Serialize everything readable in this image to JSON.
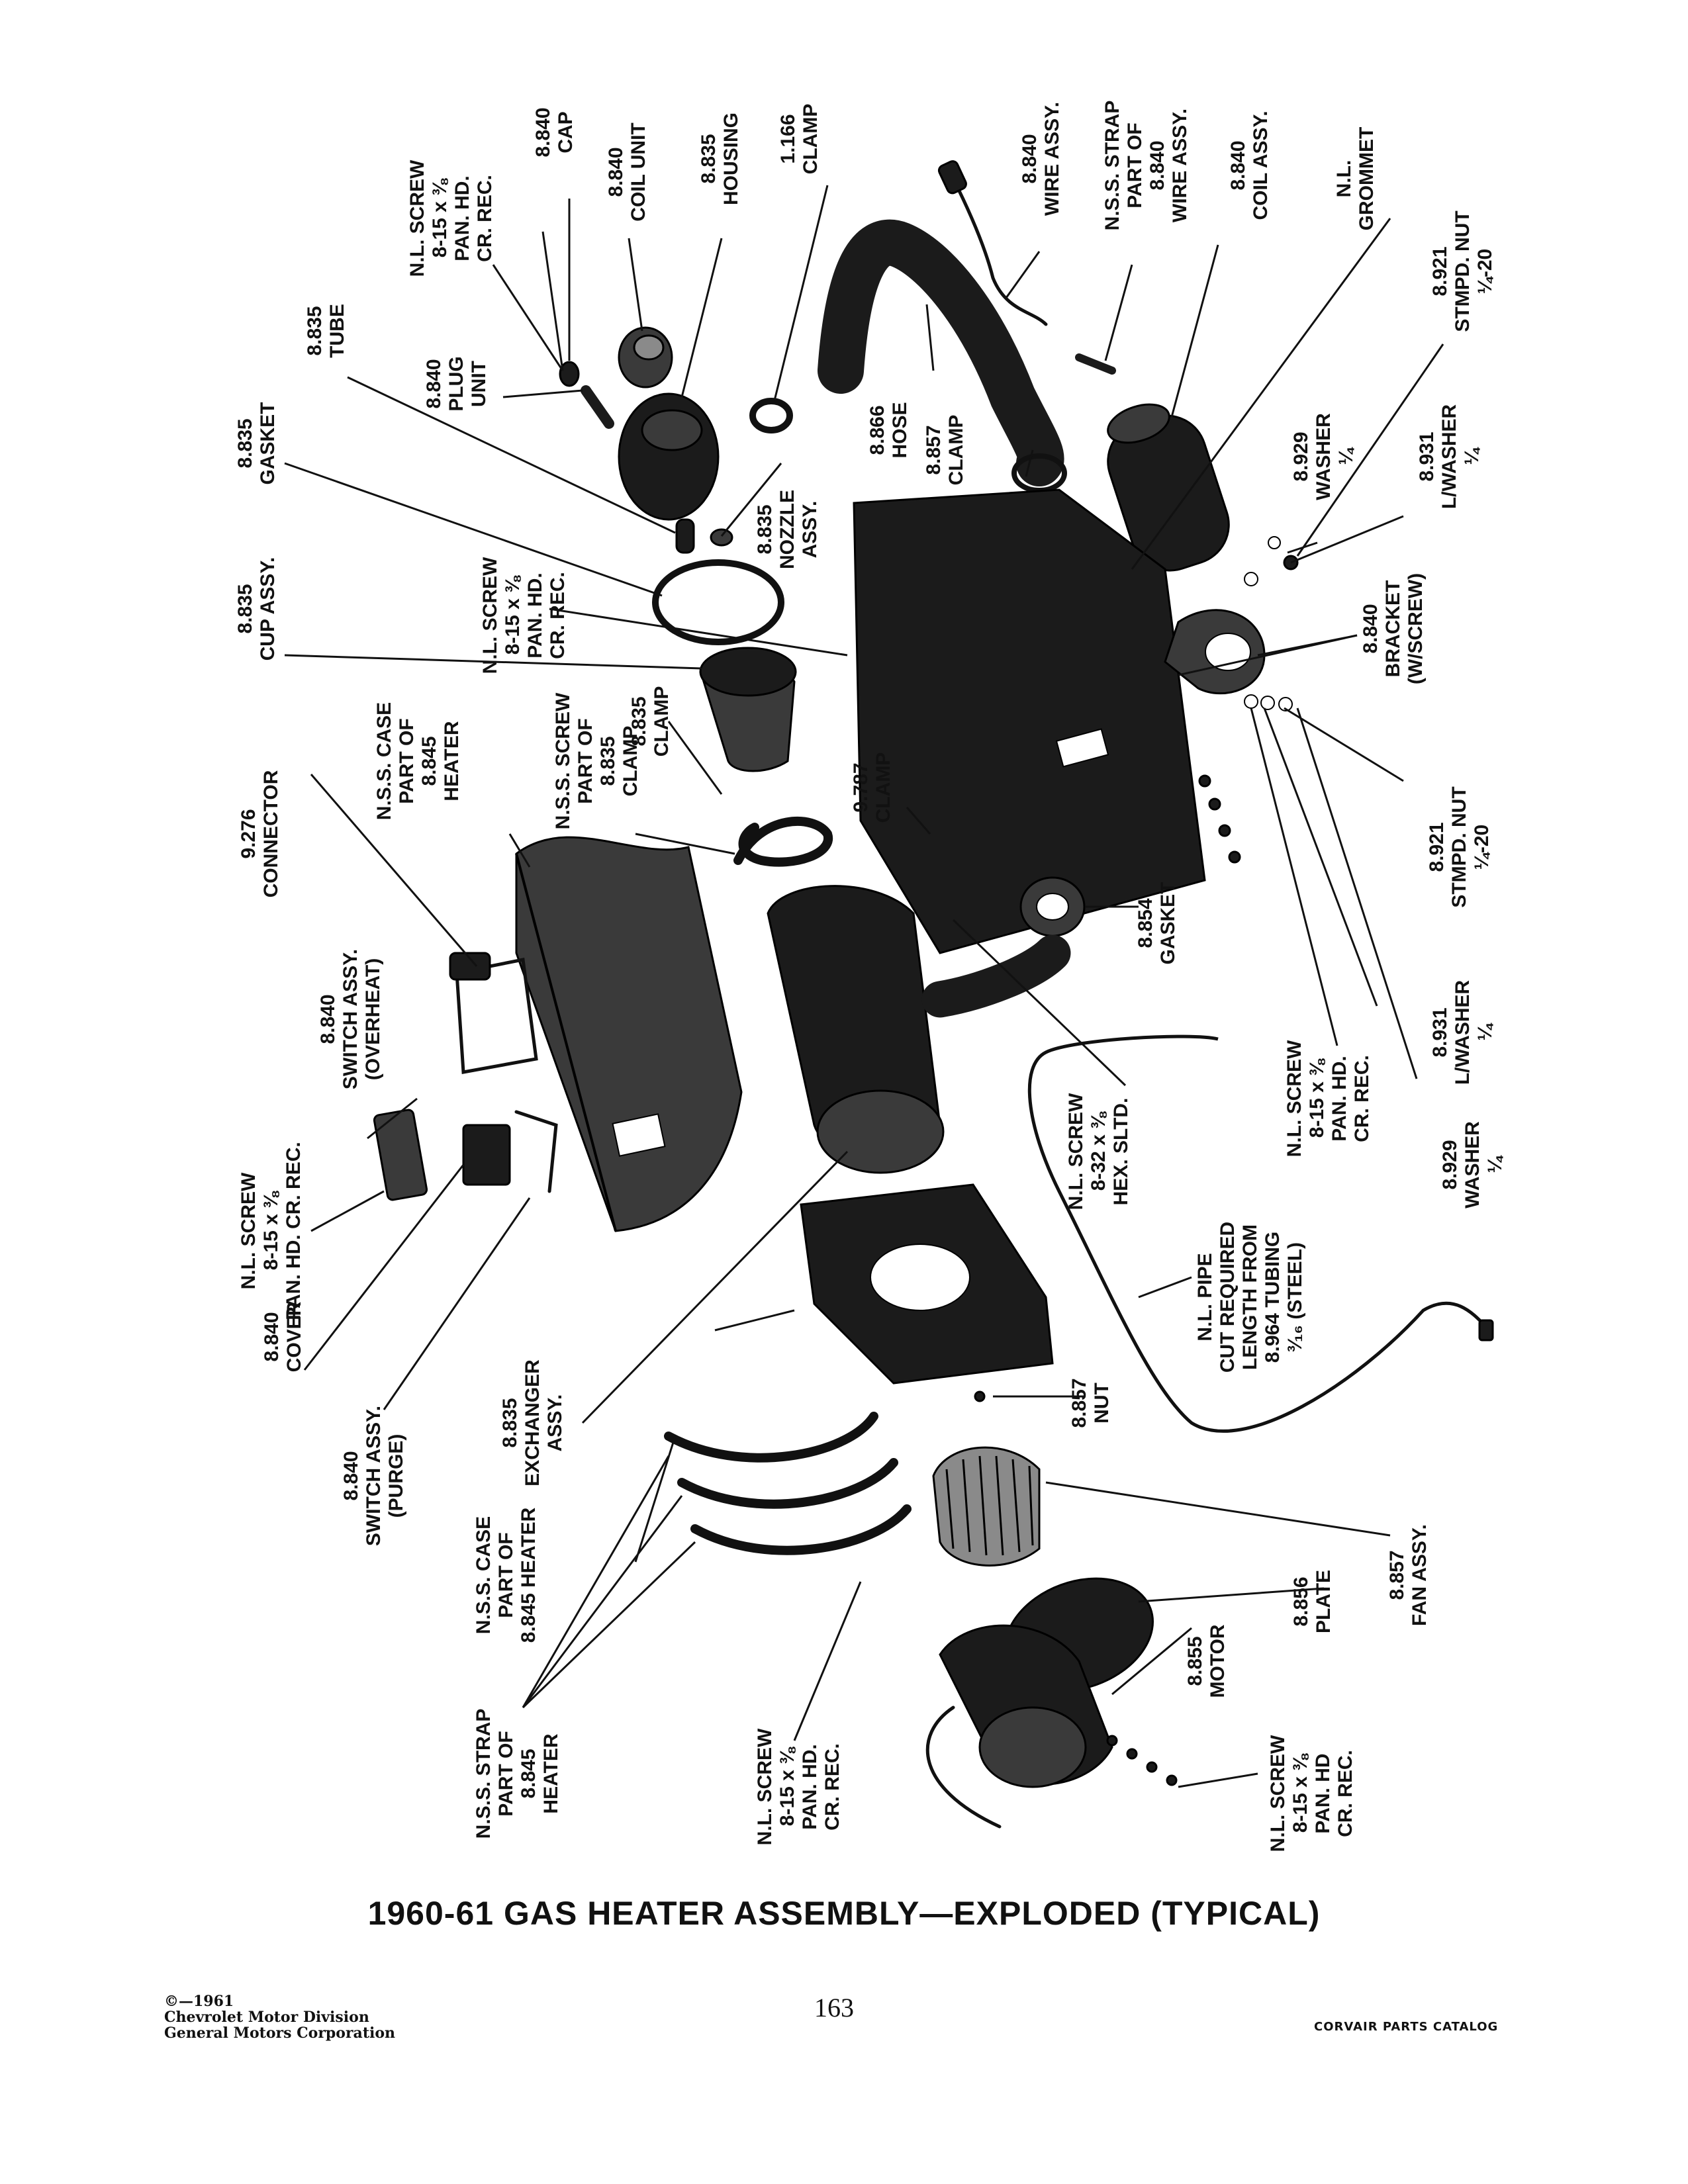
{
  "caption": "1960-61 GAS HEATER ASSEMBLY—EXPLODED (TYPICAL)",
  "page_number": "163",
  "copyright": [
    "©—1961",
    "Chevrolet Motor Division",
    "General Motors Corporation"
  ],
  "catalog_name": "CORVAIR PARTS CATALOG",
  "callouts": [
    {
      "id": "screw-top-left",
      "lines": [
        "N.L. SCREW",
        "8-15 x ⅜",
        "PAN. HD.",
        "CR. REC."
      ]
    },
    {
      "id": "cap",
      "lines": [
        "8.840",
        "CAP"
      ]
    },
    {
      "id": "coil-unit",
      "lines": [
        "8.840",
        "COIL UNIT"
      ]
    },
    {
      "id": "housing",
      "lines": [
        "8.835",
        "HOUSING"
      ]
    },
    {
      "id": "clamp-1166",
      "lines": [
        "1.166",
        "CLAMP"
      ]
    },
    {
      "id": "wire-assy",
      "lines": [
        "8.840",
        "WIRE ASSY."
      ]
    },
    {
      "id": "nss-strap-wire",
      "lines": [
        "N.S.S. STRAP",
        "PART OF",
        "8.840",
        "WIRE ASSY."
      ]
    },
    {
      "id": "coil-assy",
      "lines": [
        "8.840",
        "COIL ASSY."
      ]
    },
    {
      "id": "grommet",
      "lines": [
        "N.L.",
        "GROMMET"
      ]
    },
    {
      "id": "stmpd-nut-top",
      "lines": [
        "8.921",
        "STMPD. NUT",
        "¼-20"
      ]
    },
    {
      "id": "tube",
      "lines": [
        "8.835",
        "TUBE"
      ]
    },
    {
      "id": "plug-unit",
      "lines": [
        "8.840",
        "PLUG",
        "UNIT"
      ]
    },
    {
      "id": "gasket-top",
      "lines": [
        "8.835",
        "GASKET"
      ]
    },
    {
      "id": "hose",
      "lines": [
        "8.866",
        "HOSE"
      ]
    },
    {
      "id": "clamp-857-top",
      "lines": [
        "8.857",
        "CLAMP"
      ]
    },
    {
      "id": "nozzle-assy",
      "lines": [
        "8.835",
        "NOZZLE",
        "ASSY."
      ]
    },
    {
      "id": "washer-top",
      "lines": [
        "8.929",
        "WASHER",
        "¼"
      ]
    },
    {
      "id": "lwasher-top",
      "lines": [
        "8.931",
        "L/WASHER",
        "¼"
      ]
    },
    {
      "id": "screw-mid-left",
      "lines": [
        "N.L. SCREW",
        "8-15 x ⅜",
        "PAN. HD.",
        "CR. REC."
      ]
    },
    {
      "id": "cup-assy",
      "lines": [
        "8.835",
        "CUP ASSY."
      ]
    },
    {
      "id": "clamp-835",
      "lines": [
        "8.835",
        "CLAMP"
      ]
    },
    {
      "id": "bracket",
      "lines": [
        "8.840",
        "BRACKET",
        "(W/SCREW)"
      ]
    },
    {
      "id": "nss-case-top",
      "lines": [
        "N.S.S. CASE",
        "PART OF",
        "8.845",
        "HEATER"
      ]
    },
    {
      "id": "nss-screw-clamp",
      "lines": [
        "N.S.S. SCREW",
        "PART OF",
        "8.835",
        "CLAMP"
      ]
    },
    {
      "id": "clamp-9787",
      "lines": [
        "9.787",
        "CLAMP"
      ]
    },
    {
      "id": "connector",
      "lines": [
        "9.276",
        "CONNECTOR"
      ]
    },
    {
      "id": "stmpd-nut-bottom",
      "lines": [
        "8.921",
        "STMPD. NUT",
        "¼-20"
      ]
    },
    {
      "id": "gasket-854",
      "lines": [
        "8.854",
        "GASKET"
      ]
    },
    {
      "id": "switch-overheat",
      "lines": [
        "8.840",
        "SWITCH ASSY.",
        "(OVERHEAT)"
      ]
    },
    {
      "id": "lwasher-bottom",
      "lines": [
        "8.931",
        "L/WASHER",
        "¼"
      ]
    },
    {
      "id": "screw-hex",
      "lines": [
        "N.L. SCREW",
        "8-32 x ⅜",
        "HEX. SLTD."
      ]
    },
    {
      "id": "screw-right",
      "lines": [
        "N.L. SCREW",
        "8-15 x ⅜",
        "PAN. HD.",
        "CR. REC."
      ]
    },
    {
      "id": "washer-bottom",
      "lines": [
        "8.929",
        "WASHER",
        "¼"
      ]
    },
    {
      "id": "screw-left-single",
      "lines": [
        "N.L. SCREW",
        "8-15 x ⅜",
        "PAN. HD.  CR. REC."
      ]
    },
    {
      "id": "pipe",
      "lines": [
        "N.L. PIPE",
        "CUT REQUIRED",
        "LENGTH FROM",
        "8.964 TUBING",
        "³⁄₁₆ (STEEL)"
      ]
    },
    {
      "id": "cover",
      "lines": [
        "8.840",
        "COVER"
      ]
    },
    {
      "id": "switch-purge",
      "lines": [
        "8.840",
        "SWITCH ASSY.",
        "(PURGE)"
      ]
    },
    {
      "id": "exchanger-assy",
      "lines": [
        "8.835",
        "EXCHANGER",
        "ASSY."
      ]
    },
    {
      "id": "nut-857",
      "lines": [
        "8.857",
        "NUT"
      ]
    },
    {
      "id": "nss-case-bottom",
      "lines": [
        "N.S.S. CASE",
        "PART OF",
        "8.845 HEATER"
      ]
    },
    {
      "id": "fan-assy",
      "lines": [
        "8.857",
        "FAN ASSY."
      ]
    },
    {
      "id": "plate",
      "lines": [
        "8.856",
        "PLATE"
      ]
    },
    {
      "id": "motor",
      "lines": [
        "8.855",
        "MOTOR"
      ]
    },
    {
      "id": "nss-strap-heater",
      "lines": [
        "N.S.S. STRAP",
        "PART OF",
        "8.845",
        "HEATER"
      ]
    },
    {
      "id": "screw-bottom-mid",
      "lines": [
        "N.L. SCREW",
        "8-15 x ⅜",
        "PAN. HD.",
        "CR. REC."
      ]
    },
    {
      "id": "screw-bottom-right",
      "lines": [
        "N.L. SCREW",
        "8-15 x ⅜",
        "PAN. HD",
        "CR. REC."
      ]
    }
  ]
}
